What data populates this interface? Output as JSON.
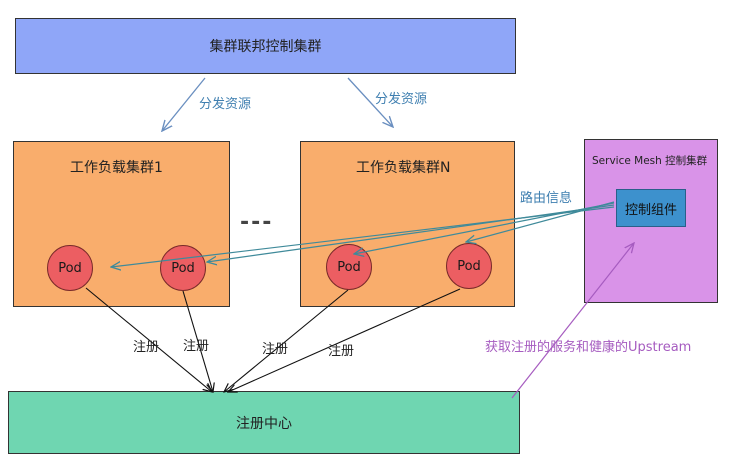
{
  "federation": {
    "title": "集群联邦控制集群"
  },
  "distribute": {
    "left_label": "分发资源",
    "right_label": "分发资源"
  },
  "workload1": {
    "title": "工作负载集群1",
    "pod_a": "Pod",
    "pod_b": "Pod"
  },
  "workloadN": {
    "title": "工作负载集群N",
    "pod_a": "Pod",
    "pod_b": "Pod"
  },
  "ellipsis": "---",
  "mesh": {
    "title": "Service Mesh 控制集群",
    "component": "控制组件"
  },
  "routing_label": "路由信息",
  "register": {
    "label1": "注册",
    "label2": "注册",
    "label3": "注册",
    "label4": "注册"
  },
  "registry": {
    "title": "注册中心"
  },
  "fetch_label": "获取注册的服务和健康的Upstream",
  "colors": {
    "federation": "#8fa6f8",
    "workload": "#f9ad6c",
    "mesh": "#d993e8",
    "component": "#3d91cd",
    "registry": "#6fd6b1",
    "pod": "#ec5e62",
    "route_arrow": "#3f8a9a",
    "fetch_arrow": "#a65cc0",
    "distribute_arrow": "#6a8fc0"
  }
}
